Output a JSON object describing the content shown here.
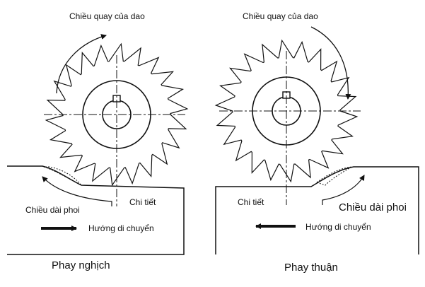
{
  "left_panel": {
    "rotation_label": "Chiều quay của dao",
    "workpiece_label": "Chi tiết",
    "chip_label": "Chiều dài phoi",
    "motion_label": "Hướng di chuyển",
    "caption": "Phay nghịch"
  },
  "right_panel": {
    "rotation_label": "Chiều quay của dao",
    "workpiece_label": "Chi tiết",
    "chip_label": "Chiều dài phoi",
    "motion_label": "Hướng di chuyển",
    "caption": "Phay thuận"
  },
  "colors": {
    "ink": "#111111",
    "background": "#ffffff"
  }
}
